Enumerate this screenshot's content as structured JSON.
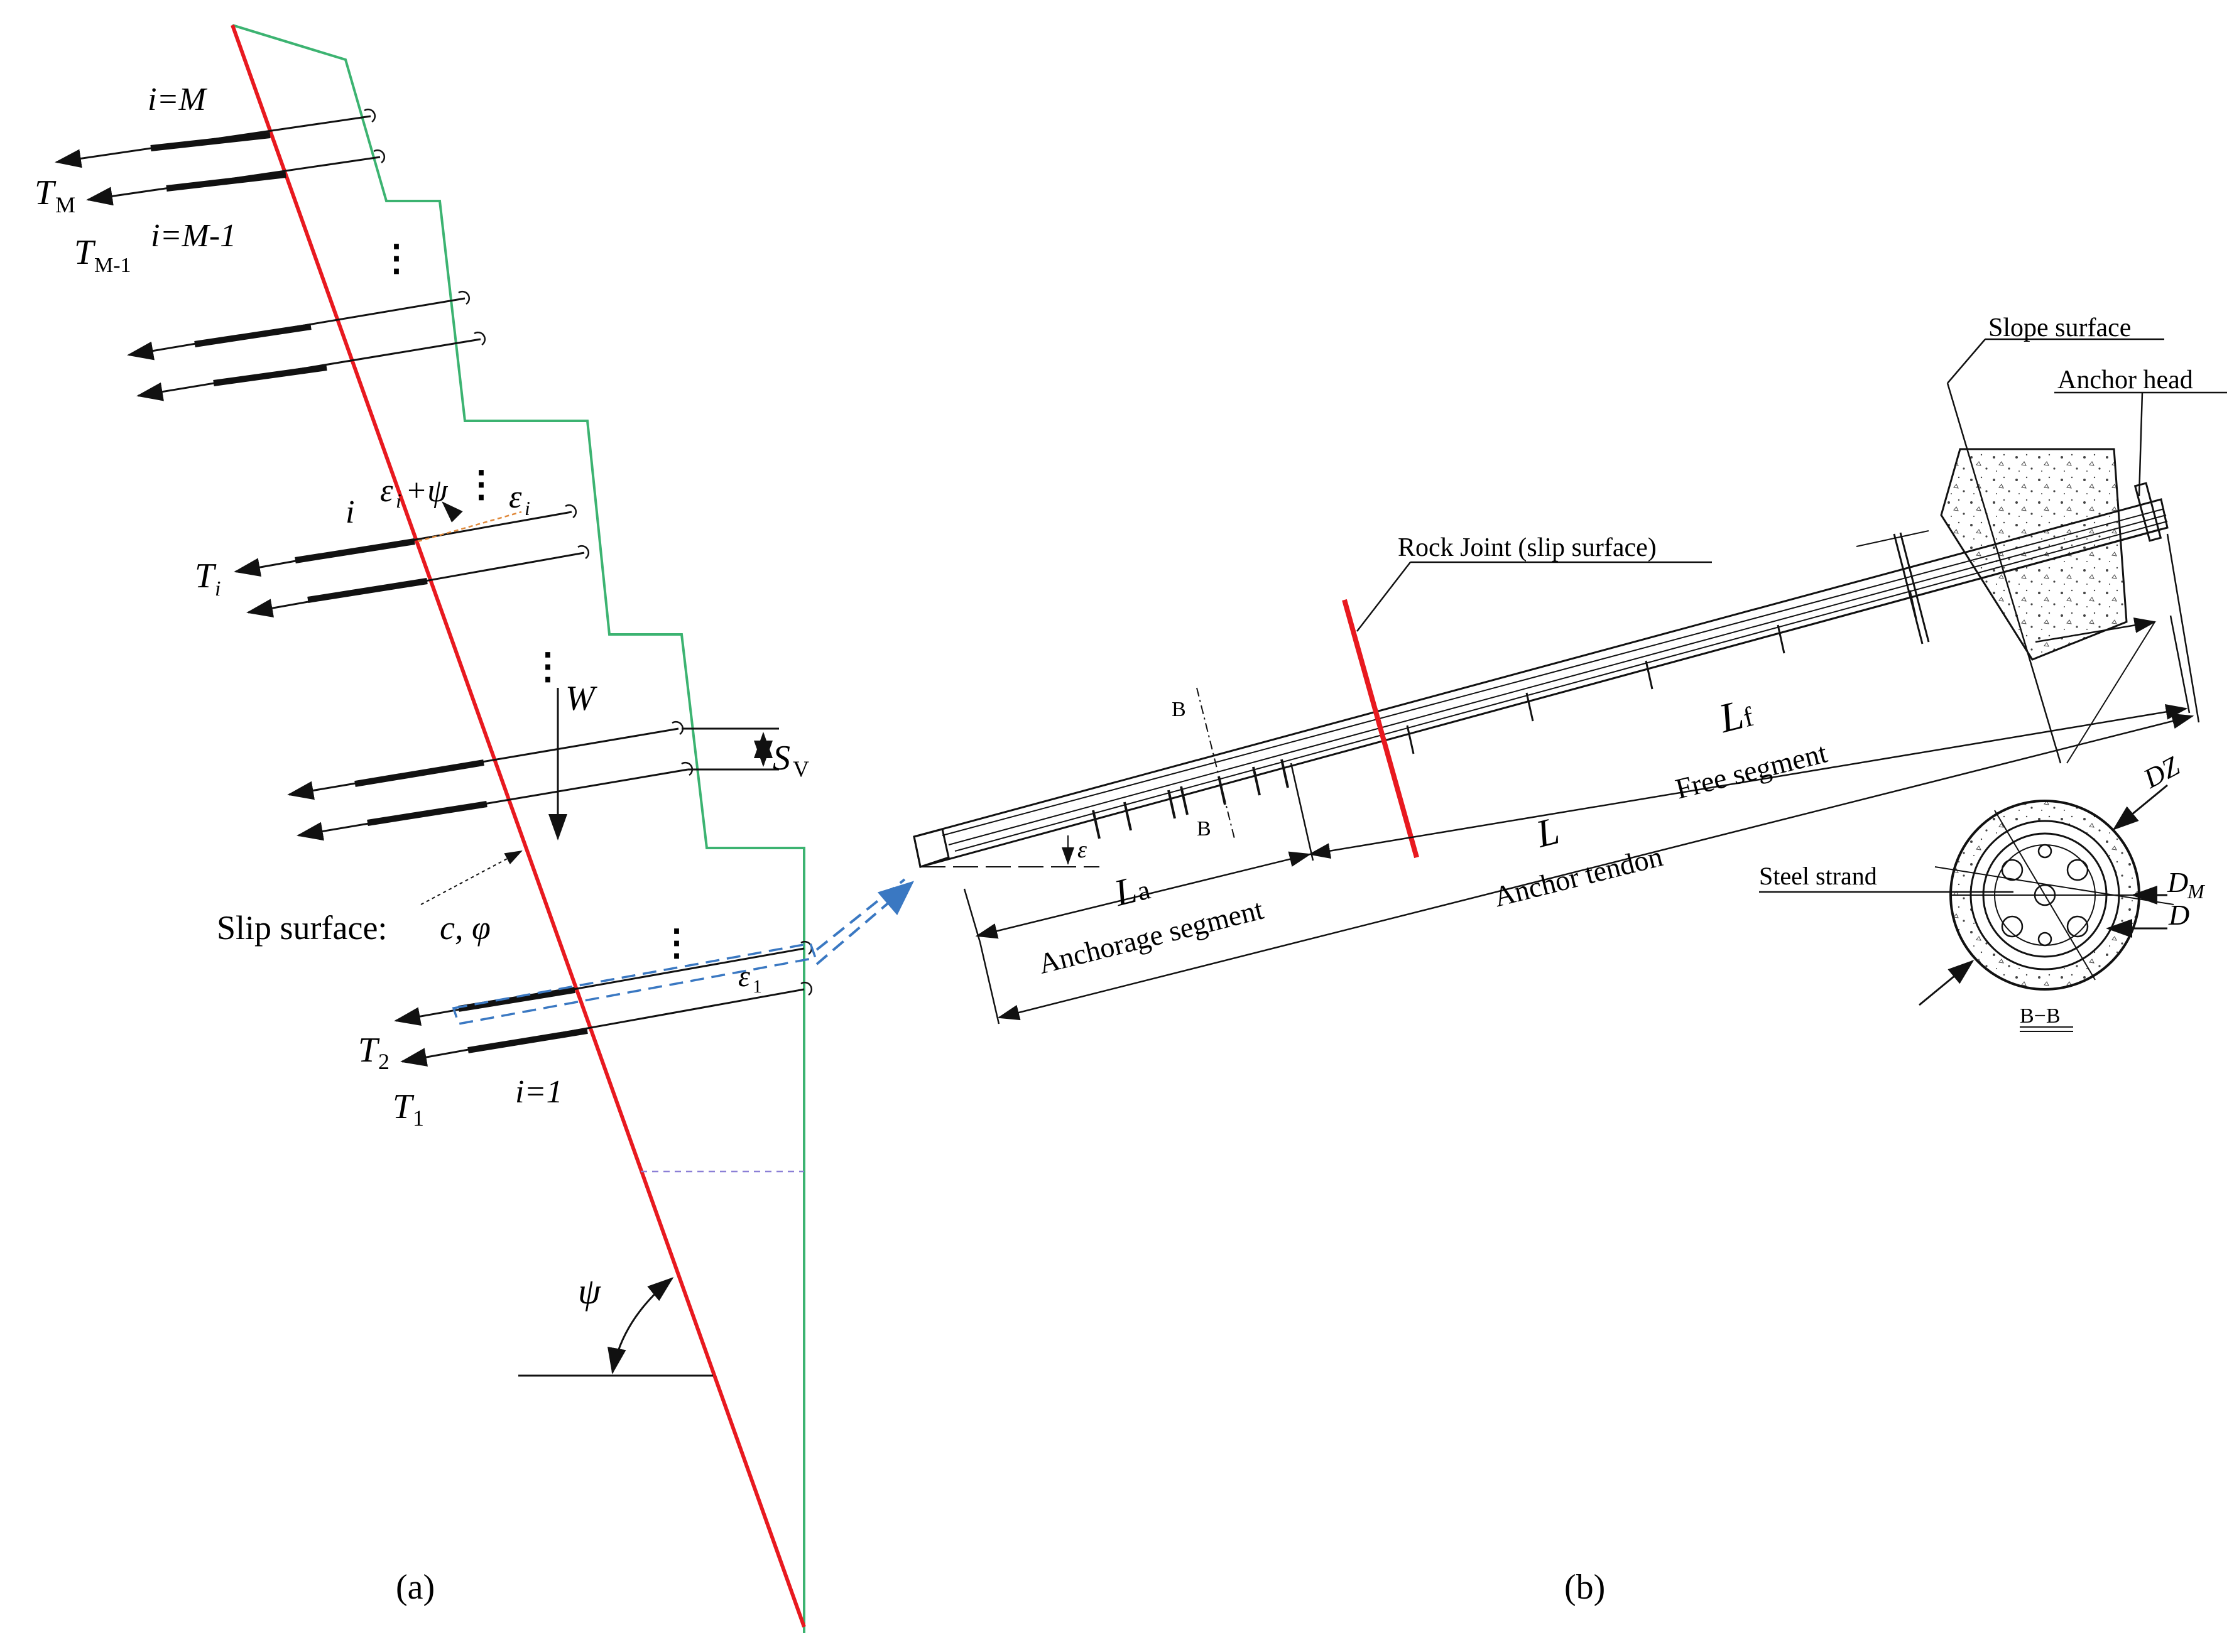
{
  "panel_a": {
    "caption": "(a)",
    "label_i_M": "i=M",
    "label_T_M": "T",
    "label_T_M_sub": "M",
    "label_T_M1": "T",
    "label_T_M1_sub": "M-1",
    "label_i_M1": "i=M-1",
    "label_i": "i",
    "label_eps_psi": "ε",
    "label_eps_psi_sub": "i",
    "label_eps_psi_rest": "+ψ",
    "label_eps_i": "ε",
    "label_eps_i_sub": "i",
    "label_T_i": "T",
    "label_T_i_sub": "i",
    "label_W": "W",
    "label_Sv": "S",
    "label_Sv_sub": "V",
    "slip_surface_text": "Slip surface: ",
    "slip_surface_params": "c, φ",
    "label_eps_1": "ε",
    "label_eps_1_sub": "1",
    "label_T2": "T",
    "label_T2_sub": "2",
    "label_T1": "T",
    "label_T1_sub": "1",
    "label_i_1": "i=1",
    "label_psi": "ψ",
    "ellipsis": "⋮"
  },
  "panel_b": {
    "caption": "(b)",
    "slope_surface": "Slope surface",
    "anchor_head": "Anchor head",
    "rock_joint": "Rock Joint (slip surface)",
    "label_B1": "B",
    "label_B2": "B",
    "label_eps": "ε",
    "label_La": "L",
    "label_La_sub": "a",
    "anchorage_segment": "Anchorage segment",
    "label_L": "L",
    "anchor_tendon": "Anchor tendon",
    "label_Lf": "L",
    "label_Lf_sub": "f",
    "free_segment": "Free segment",
    "steel_strand": "Steel strand",
    "label_DZ": "DZ",
    "label_DM": "D",
    "label_DM_sub": "M",
    "label_D": "D",
    "section_label": "B−B"
  },
  "colors": {
    "slope": "#3cb371",
    "slip_line": "#e8191f",
    "zoom_box": "#3a78c2",
    "dashed_orange": "#e08a3c",
    "dashed_purple": "#8a7fd6",
    "ink": "#111111"
  }
}
